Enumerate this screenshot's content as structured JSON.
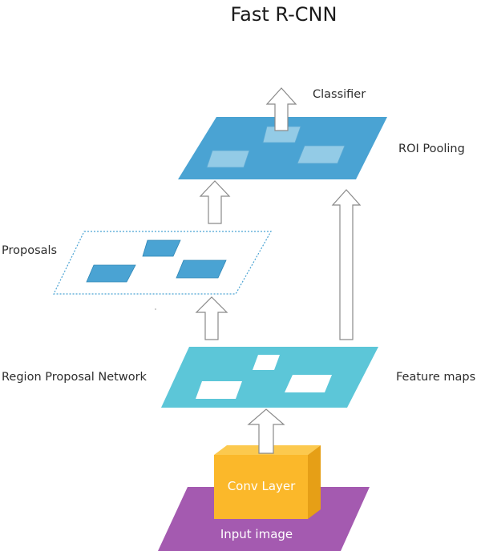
{
  "title": "Fast R-CNN",
  "labels": {
    "classifier": "Classifier",
    "roi_pooling": "ROI Pooling",
    "proposals": "Proposals",
    "region_proposal_network": "Region Proposal Network",
    "feature_maps": "Feature maps",
    "conv_layer": "Conv Layer",
    "input_image": "Input image"
  },
  "colors": {
    "roi_plane": "#4aa3d3",
    "roi_inner": "#93cbe6",
    "proposal_box": "#4aa3d3",
    "proposal_border": "#4aa3d3",
    "feature_plane": "#5cc6d8",
    "conv_front": "#fbb82a",
    "conv_top": "#fcc94e",
    "conv_side": "#e69f16",
    "input_plane": "#a45ab0"
  }
}
